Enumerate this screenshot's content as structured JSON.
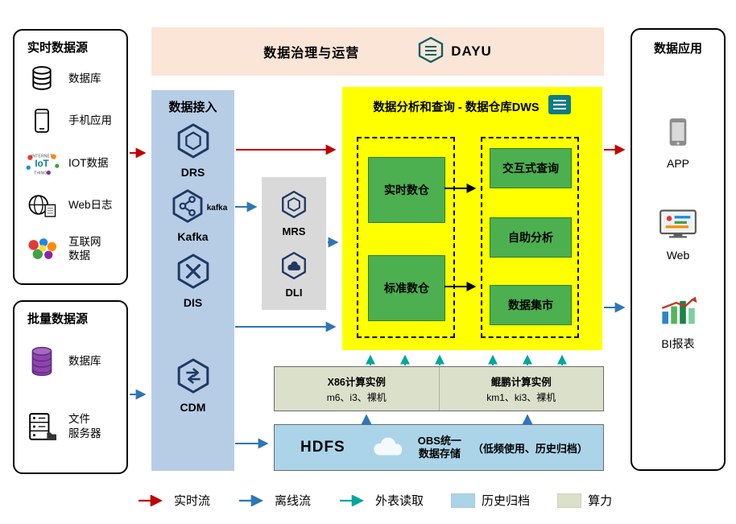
{
  "colors": {
    "realtime_flow": "#C00000",
    "offline_flow": "#2E75B6",
    "external_read": "#00A79D",
    "archive_fill": "#ACD4E9",
    "compute_fill": "#DBE0CB",
    "banner_bg": "#FBE5D6",
    "ingestion_bg": "#B7CDE6",
    "middleware_bg": "#D9D9D9",
    "dws_bg": "#FFFF00",
    "green_box": "#4CAF50",
    "hexagon_stroke": "#1F3864",
    "teal_accent": "#0E7C86"
  },
  "realtime_sources": {
    "title": "实时数据源",
    "items": [
      {
        "label": "数据库",
        "icon": "database-icon"
      },
      {
        "label": "手机应用",
        "icon": "phone-icon"
      },
      {
        "label": "IOT数据",
        "icon": "iot-icon"
      },
      {
        "label": "Web日志",
        "icon": "web-log-icon"
      },
      {
        "label": "互联网",
        "label2": "数据",
        "icon": "internet-data-icon"
      }
    ]
  },
  "batch_sources": {
    "title": "批量数据源",
    "items": [
      {
        "label": "数据库",
        "icon": "database-purple-icon"
      },
      {
        "label": "文件",
        "label2": "服务器",
        "icon": "file-server-icon"
      }
    ]
  },
  "governance": {
    "title": "数据治理与运营",
    "logo": "DAYU",
    "icon": "dayu-icon"
  },
  "ingestion": {
    "title": "数据接入",
    "services": [
      {
        "name": "DRS",
        "icon": "drs-icon"
      },
      {
        "name": "Kafka",
        "badge": "kafka",
        "icon": "kafka-icon"
      },
      {
        "name": "DIS",
        "icon": "dis-icon"
      },
      {
        "name": "CDM",
        "icon": "cdm-icon"
      }
    ]
  },
  "middleware": {
    "services": [
      {
        "name": "MRS",
        "icon": "mrs-icon"
      },
      {
        "name": "DLI",
        "icon": "dli-icon"
      }
    ]
  },
  "dws": {
    "title": "数据分析和查询 - 数据仓库DWS",
    "icon": "dws-doc-icon",
    "warehouses": [
      {
        "name": "实时数仓"
      },
      {
        "name": "标准数仓"
      }
    ],
    "services": [
      {
        "name": "交互式查询"
      },
      {
        "name": "自助分析"
      },
      {
        "name": "数据集市"
      }
    ]
  },
  "compute": {
    "x86": {
      "title": "X86计算实例",
      "spec": "m6、i3、裸机"
    },
    "kunpeng": {
      "title": "鲲鹏计算实例",
      "spec": "km1、ki3、裸机"
    }
  },
  "storage": {
    "hdfs": "HDFS",
    "icon": "obs-cloud-icon",
    "obs_line1": "OBS统一",
    "obs_line2": "数据存储",
    "note": "（低频使用、历史归档）"
  },
  "applications": {
    "title": "数据应用",
    "items": [
      {
        "label": "APP",
        "icon": "app-icon"
      },
      {
        "label": "Web",
        "icon": "web-icon"
      },
      {
        "label": "BI报表",
        "icon": "bi-report-icon"
      }
    ]
  },
  "legend": [
    {
      "label": "实时流",
      "type": "arrow",
      "color": "#C00000"
    },
    {
      "label": "离线流",
      "type": "arrow",
      "color": "#2E75B6"
    },
    {
      "label": "外表读取",
      "type": "arrow",
      "color": "#00A79D"
    },
    {
      "label": "历史归档",
      "type": "swatch",
      "color": "#ACD4E9"
    },
    {
      "label": "算力",
      "type": "swatch",
      "color": "#DBE0CB"
    }
  ]
}
